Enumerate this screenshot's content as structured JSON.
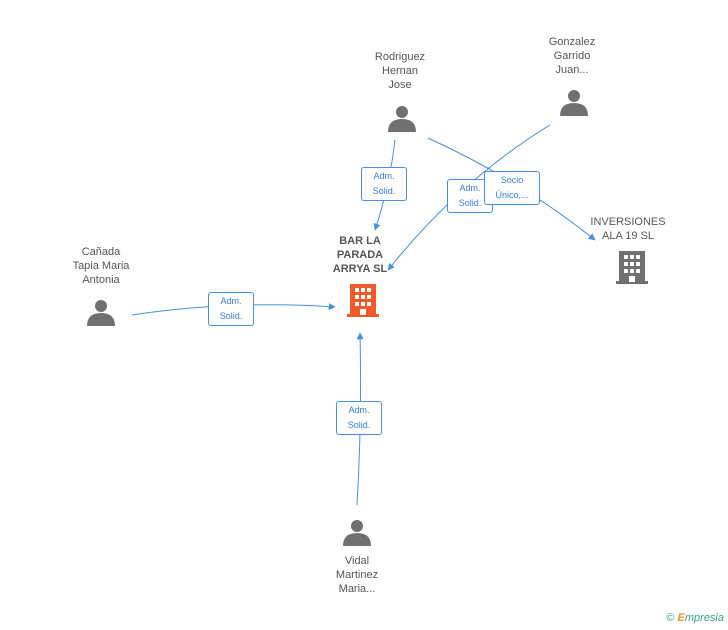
{
  "nodes": {
    "company_main": {
      "label": "BAR LA\nPARADA\nARRYA SL",
      "color": "#f05a28",
      "icon": "building-icon"
    },
    "company_inversiones": {
      "label": "INVERSIONES\nALA 19  SL",
      "color": "#707070",
      "icon": "building-icon"
    },
    "person_rodriguez": {
      "label": "Rodriguez\nHernan\nJose",
      "icon": "person-icon"
    },
    "person_gonzalez": {
      "label": "Gonzalez\nGarrido\nJuan...",
      "icon": "person-icon"
    },
    "person_canada": {
      "label": "Cañada\nTapia Maria\nAntonia",
      "icon": "person-icon"
    },
    "person_vidal": {
      "label": "Vidal\nMartinez\nMaria...",
      "icon": "person-icon"
    }
  },
  "edges": [
    {
      "from": "person_rodriguez",
      "to": "company_main",
      "label": "Adm.\nSolid."
    },
    {
      "from": "person_gonzalez",
      "to": "company_main",
      "label": "Adm.\nSolid."
    },
    {
      "from": "person_rodriguez",
      "to": "company_inversiones",
      "label": "Socio\nÚnico,..."
    },
    {
      "from": "person_canada",
      "to": "company_main",
      "label": "Adm.\nSolid."
    },
    {
      "from": "person_vidal",
      "to": "company_main",
      "label": "Adm.\nSolid."
    }
  ],
  "colors": {
    "edge": "#4a8fd8",
    "person": "#707070"
  },
  "footer": {
    "copyright": "©",
    "brand_initial": "E",
    "brand_rest": "mpresia"
  }
}
